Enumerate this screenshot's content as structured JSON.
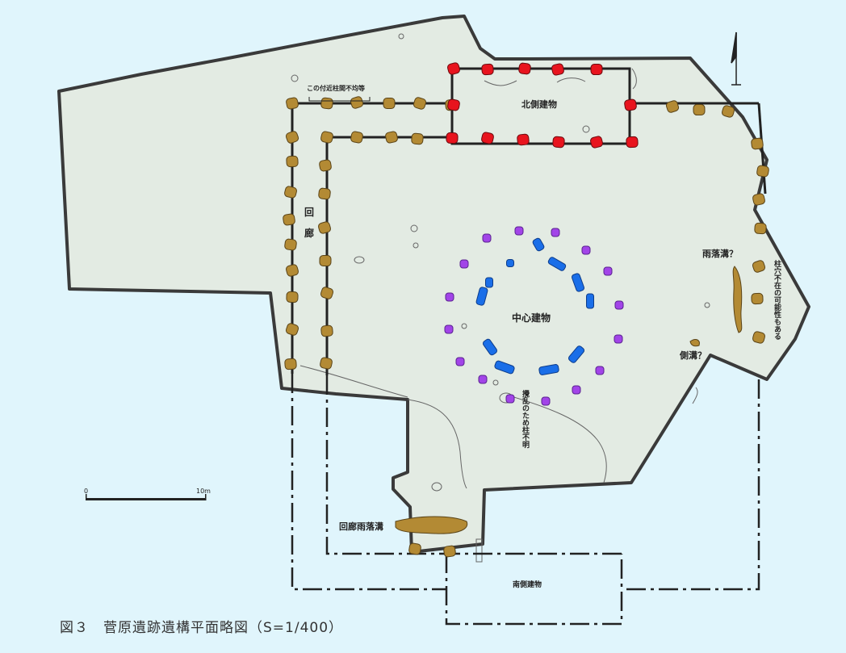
{
  "caption": "図３　菅原遺跡遺構平面略図（S=1/400）",
  "labels": {
    "north_building": "北側建物",
    "central_building": "中心建物",
    "south_building": "南側建物",
    "corridor_1": "回",
    "corridor_2": "廊",
    "corridor_rain_ditch": "回廊雨落溝",
    "rain_ditch": "雨落溝？",
    "side_ditch": "側溝？",
    "note_column_position": "この付近柱間不均等",
    "note_disturbed": "攪乱のため柱不明",
    "note_no_column": "柱穴不在の可能性もある"
  },
  "scale": {
    "start": "0",
    "end": "10m"
  },
  "colors": {
    "background": "#e0f5fc",
    "site": "#e3ebe3",
    "corridor_posthole": "#b38a34",
    "north_posthole": "#e8141e",
    "central_outer": "#a244e8",
    "central_inner": "#1a6ee8",
    "outline": "#3a3a3a"
  },
  "icons": {
    "north_arrow": "north-arrow-icon"
  }
}
